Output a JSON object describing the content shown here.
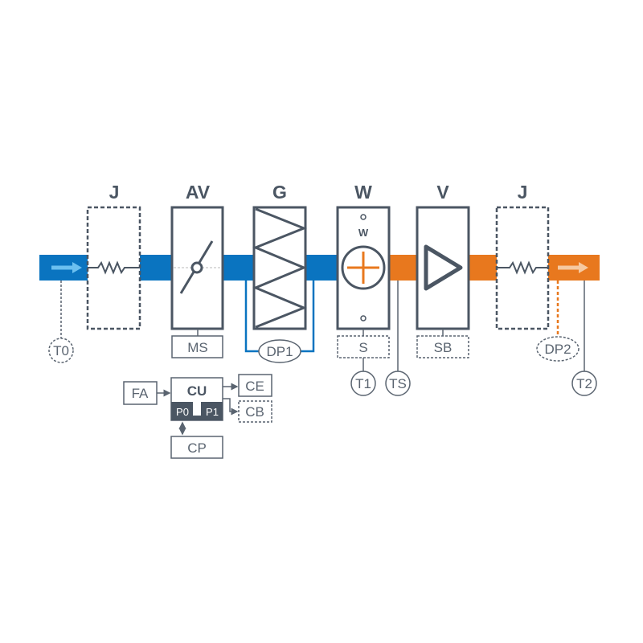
{
  "colors": {
    "supply_duct": "#0a74c0",
    "heated_duct": "#e8781e",
    "outline": "#4b5663"
  },
  "components": {
    "j1": "J",
    "av": "AV",
    "g": "G",
    "w": "W",
    "v": "V",
    "j2": "J",
    "w_inner": "W"
  },
  "sensors": {
    "t0": "T0",
    "ms": "MS",
    "dp1": "DP1",
    "s": "S",
    "t1": "T1",
    "ts": "TS",
    "sb": "SB",
    "dp2": "DP2",
    "t2": "T2"
  },
  "controller": {
    "cu": "CU",
    "p0": "P0",
    "p1": "P1",
    "fa": "FA",
    "ce": "CE",
    "cb": "CB",
    "cp": "CP"
  }
}
